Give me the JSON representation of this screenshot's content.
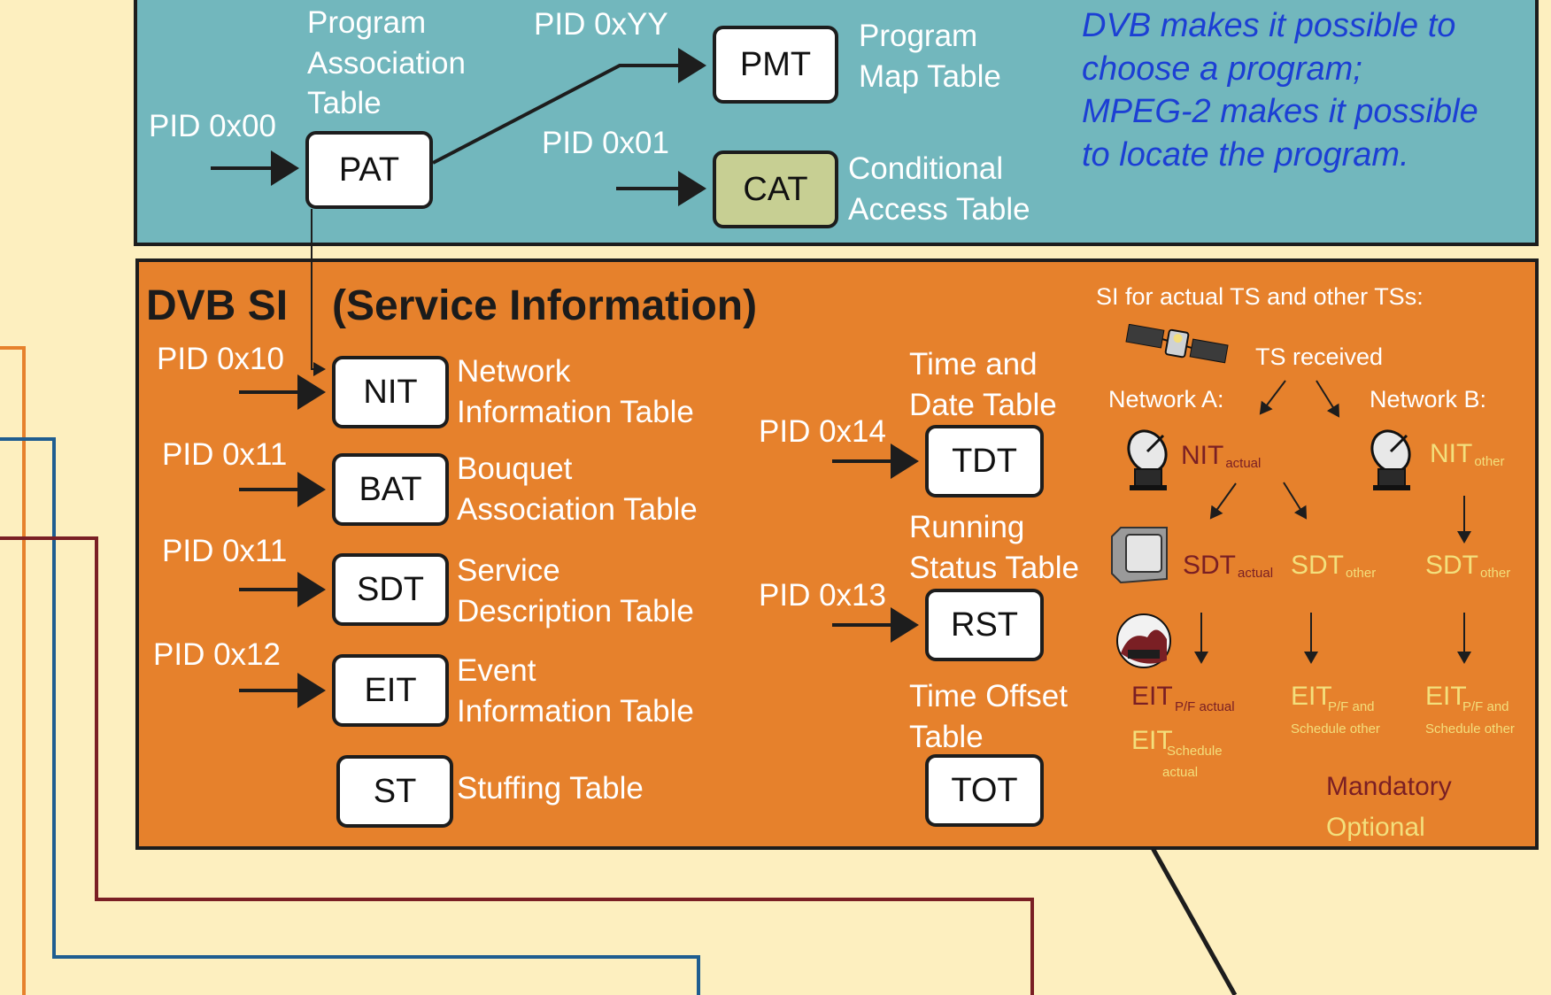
{
  "psi": {
    "pat_title": "Program\nAssociation\nTable",
    "pid_pat": "PID 0x00",
    "pat": "PAT",
    "pid_pmt": "PID 0xYY",
    "pmt": "PMT",
    "pmt_title": "Program\nMap Table",
    "pid_cat": "PID 0x01",
    "cat": "CAT",
    "cat_title": "Conditional\nAccess Table",
    "note": "DVB makes it possible to\nchoose a program;\nMPEG-2 makes it possible\nto locate the program."
  },
  "si": {
    "title_main": "DVB SI",
    "title_sub": "(Service Information)",
    "left_tables": [
      {
        "pid": "PID 0x10",
        "abbr": "NIT",
        "name": "Network\nInformation Table"
      },
      {
        "pid": "PID 0x11",
        "abbr": "BAT",
        "name": "Bouquet\nAssociation Table"
      },
      {
        "pid": "PID 0x11",
        "abbr": "SDT",
        "name": "Service\nDescription Table"
      },
      {
        "pid": "PID 0x12",
        "abbr": "EIT",
        "name": "Event\nInformation Table"
      },
      {
        "pid": "",
        "abbr": "ST",
        "name": "Stuffing Table"
      }
    ],
    "mid_tables": [
      {
        "pid": "PID 0x14",
        "abbr": "TDT",
        "name": "Time and\nDate Table"
      },
      {
        "pid": "PID 0x13",
        "abbr": "RST",
        "name": "Running\nStatus Table"
      },
      {
        "pid": "",
        "abbr": "TOT",
        "name": "Time Offset\nTable"
      }
    ],
    "right": {
      "heading": "SI for actual TS and other TSs:",
      "ts_received": "TS received",
      "network_a": "Network A:",
      "network_b": "Network B:",
      "nit_actual": "NIT",
      "nit_actual_sub": "actual",
      "nit_other": "NIT",
      "nit_other_sub": "other",
      "sdt_actual": "SDT",
      "sdt_actual_sub": "actual",
      "sdt_other_mid": "SDT",
      "sdt_other_mid_sub": "other",
      "sdt_other_right": "SDT",
      "sdt_other_right_sub": "other",
      "eit_pf_actual": "EIT",
      "eit_pf_actual_sub": "P/F actual",
      "eit_sched_actual": "EIT",
      "eit_sched_actual_sub": "Schedule",
      "eit_sched_actual_sub2": "actual",
      "eit_other_mid": "EIT",
      "eit_other_mid_sub": "P/F and",
      "eit_other_mid_sub2": "Schedule other",
      "eit_other_right": "EIT",
      "eit_other_right_sub": "P/F and",
      "eit_other_right_sub2": "Schedule other",
      "mandatory": "Mandatory",
      "optional": "Optional"
    },
    "colors": {
      "mandatory": "#7a1f24",
      "optional": "#f3df7c",
      "psi_panel": "#72b7bd",
      "si_panel": "#e6812c",
      "background": "#fdefbf"
    },
    "icons": [
      "satellite-icon",
      "dish-antenna-icon",
      "tv-icon",
      "face-icon"
    ]
  }
}
